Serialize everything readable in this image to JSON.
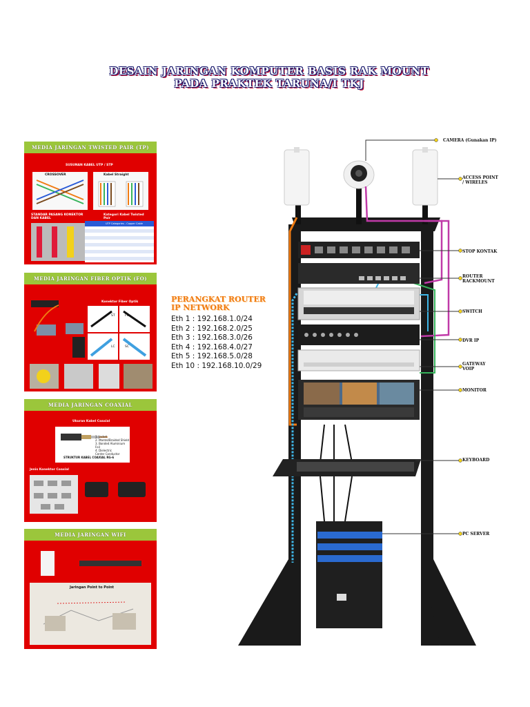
{
  "title": {
    "line1": "DESAIN JARINGAN KOMPUTER BASIS RAK MOUNT",
    "line2": "PADA PRAKTEK TARUNA/I TKJ"
  },
  "panels": [
    {
      "heading": "MEDIA JARINGAN TWISTED PAIR (TP)",
      "sub1": "SUSUNAN KABEL UTP / STP",
      "crossover": "CROSSOVER",
      "straight": "Kabel Straight",
      "connector": "STANDAR PASANG KONEKTOR DAN KABEL",
      "category": "Kategori Kabel Twisted Pair",
      "table_title": "UTP Categories - Copper Cable"
    },
    {
      "heading": "MEDIA JARINGAN FIBER OPTIK (FO)",
      "connectors_title": "Konektor Fiber Optik",
      "c1": "ST",
      "c2": "FC",
      "c3": "LC",
      "c4": "SC"
    },
    {
      "heading": "MEDIA JARINGAN COAXIAL",
      "sub1": "Ukuran Kabel Coaxial",
      "parts": [
        "1. Jacket",
        "2. Mantel/Braided Shield",
        "3. Bonded Aluminium Foil",
        "4. Dielectric",
        "Center Conductor"
      ],
      "structure": "STRUKTUR KABEL COAXIAL RG-6",
      "connectors": "Jenis Konektor Coaxial"
    },
    {
      "heading": "MEDIA JARINGAN WIFI",
      "p2p": "Jaringan Point to Point"
    }
  ],
  "ip": {
    "title1": "PERANGKAT ROUTER",
    "title2": "IP NETWORK",
    "lines": [
      "Eth 1 : 192.168.1.0/24",
      "Eth 2 : 192.168.2.0/25",
      "Eth 3 : 192.168.3.0/26",
      "Eth 4 : 192.168.4.0/27",
      "Eth 5 : 192.168.5.0/28",
      "Eth 10 : 192.168.10.0/29"
    ]
  },
  "labels": {
    "camera": "CAMERA (Gunakan IP)",
    "ap1": "ACCESS POINT",
    "ap2": "/ WIRELES",
    "stop": "STOP KONTAK",
    "router1": "ROUTER",
    "router2": "RACKMOUNT",
    "switch": "SWITCH",
    "dvr": "DVR IP",
    "gateway1": "GATEWAY",
    "gateway2": "VOIP",
    "monitor": "MONITOR",
    "keyboard": "KEYBOARD",
    "server": "PC SERVER"
  },
  "colors": {
    "panel_red": "#e00000",
    "panel_green": "#9bc63b",
    "rack": "#1a1a1a",
    "orange": "#f07b12",
    "magenta": "#c03aa8",
    "cyan": "#3fb7e8",
    "green": "#35b35a"
  }
}
